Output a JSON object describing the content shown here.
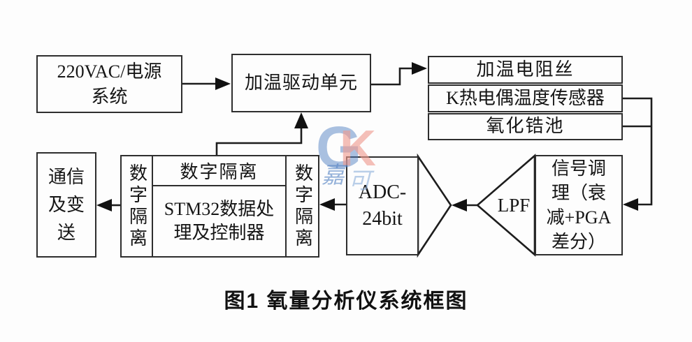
{
  "diagram": {
    "caption": "图1 氧量分析仪系统框图",
    "boxes": {
      "power": "220VAC/电源\n系统",
      "heater_drive": "加温驱动单元",
      "heater_wire": "加温电阻丝",
      "thermocouple": "K热电偶温度传感器",
      "zirconia": "氧化锆池",
      "signal_conditioning": "信号调\n理（衰\n减+PGA\n差分）",
      "lpf": "LPF",
      "adc": "ADC-\n24bit",
      "iso_left": "数字隔离",
      "iso_top": "数字隔离",
      "iso_right": "数字隔离",
      "stm32": "STM32数据处\n理及控制器",
      "comm": "通信\n及变\n送"
    },
    "watermark": {
      "letter_g": "G",
      "letter_k": "K",
      "char_jia": "嘉",
      "char_ke": "可",
      "blue": "#4f7fc2",
      "red": "#f09a8e"
    },
    "colors": {
      "line": "#1d1d1d",
      "border": "#2e2e2e",
      "text": "#151515",
      "background": "#fdfdfd"
    }
  }
}
